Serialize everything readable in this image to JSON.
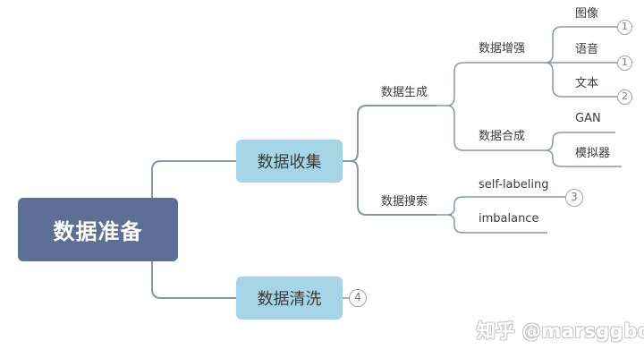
{
  "root": {
    "label": "数据准备"
  },
  "branches": {
    "collect": {
      "label": "数据收集"
    },
    "clean": {
      "label": "数据清洗",
      "badge": "4"
    }
  },
  "collect_children": {
    "generate": {
      "label": "数据生成"
    },
    "search": {
      "label": "数据搜索"
    }
  },
  "generate_children": {
    "augment": {
      "label": "数据增强"
    },
    "synth": {
      "label": "数据合成"
    }
  },
  "augment_items": [
    {
      "label": "图像",
      "badge": "1"
    },
    {
      "label": "语音",
      "badge": "1"
    },
    {
      "label": "文本",
      "badge": "2"
    }
  ],
  "synth_items": [
    {
      "label": "GAN"
    },
    {
      "label": "模拟器"
    }
  ],
  "search_items": [
    {
      "label": "self-labeling",
      "badge": "3"
    },
    {
      "label": "imbalance"
    }
  ],
  "watermark": "知乎 @marsggbo",
  "colors": {
    "root_fill": "#5e6f96",
    "branch_fill": "#a5d5e7",
    "connector": "#8a96ad",
    "badge_border": "#a3a3a3"
  }
}
